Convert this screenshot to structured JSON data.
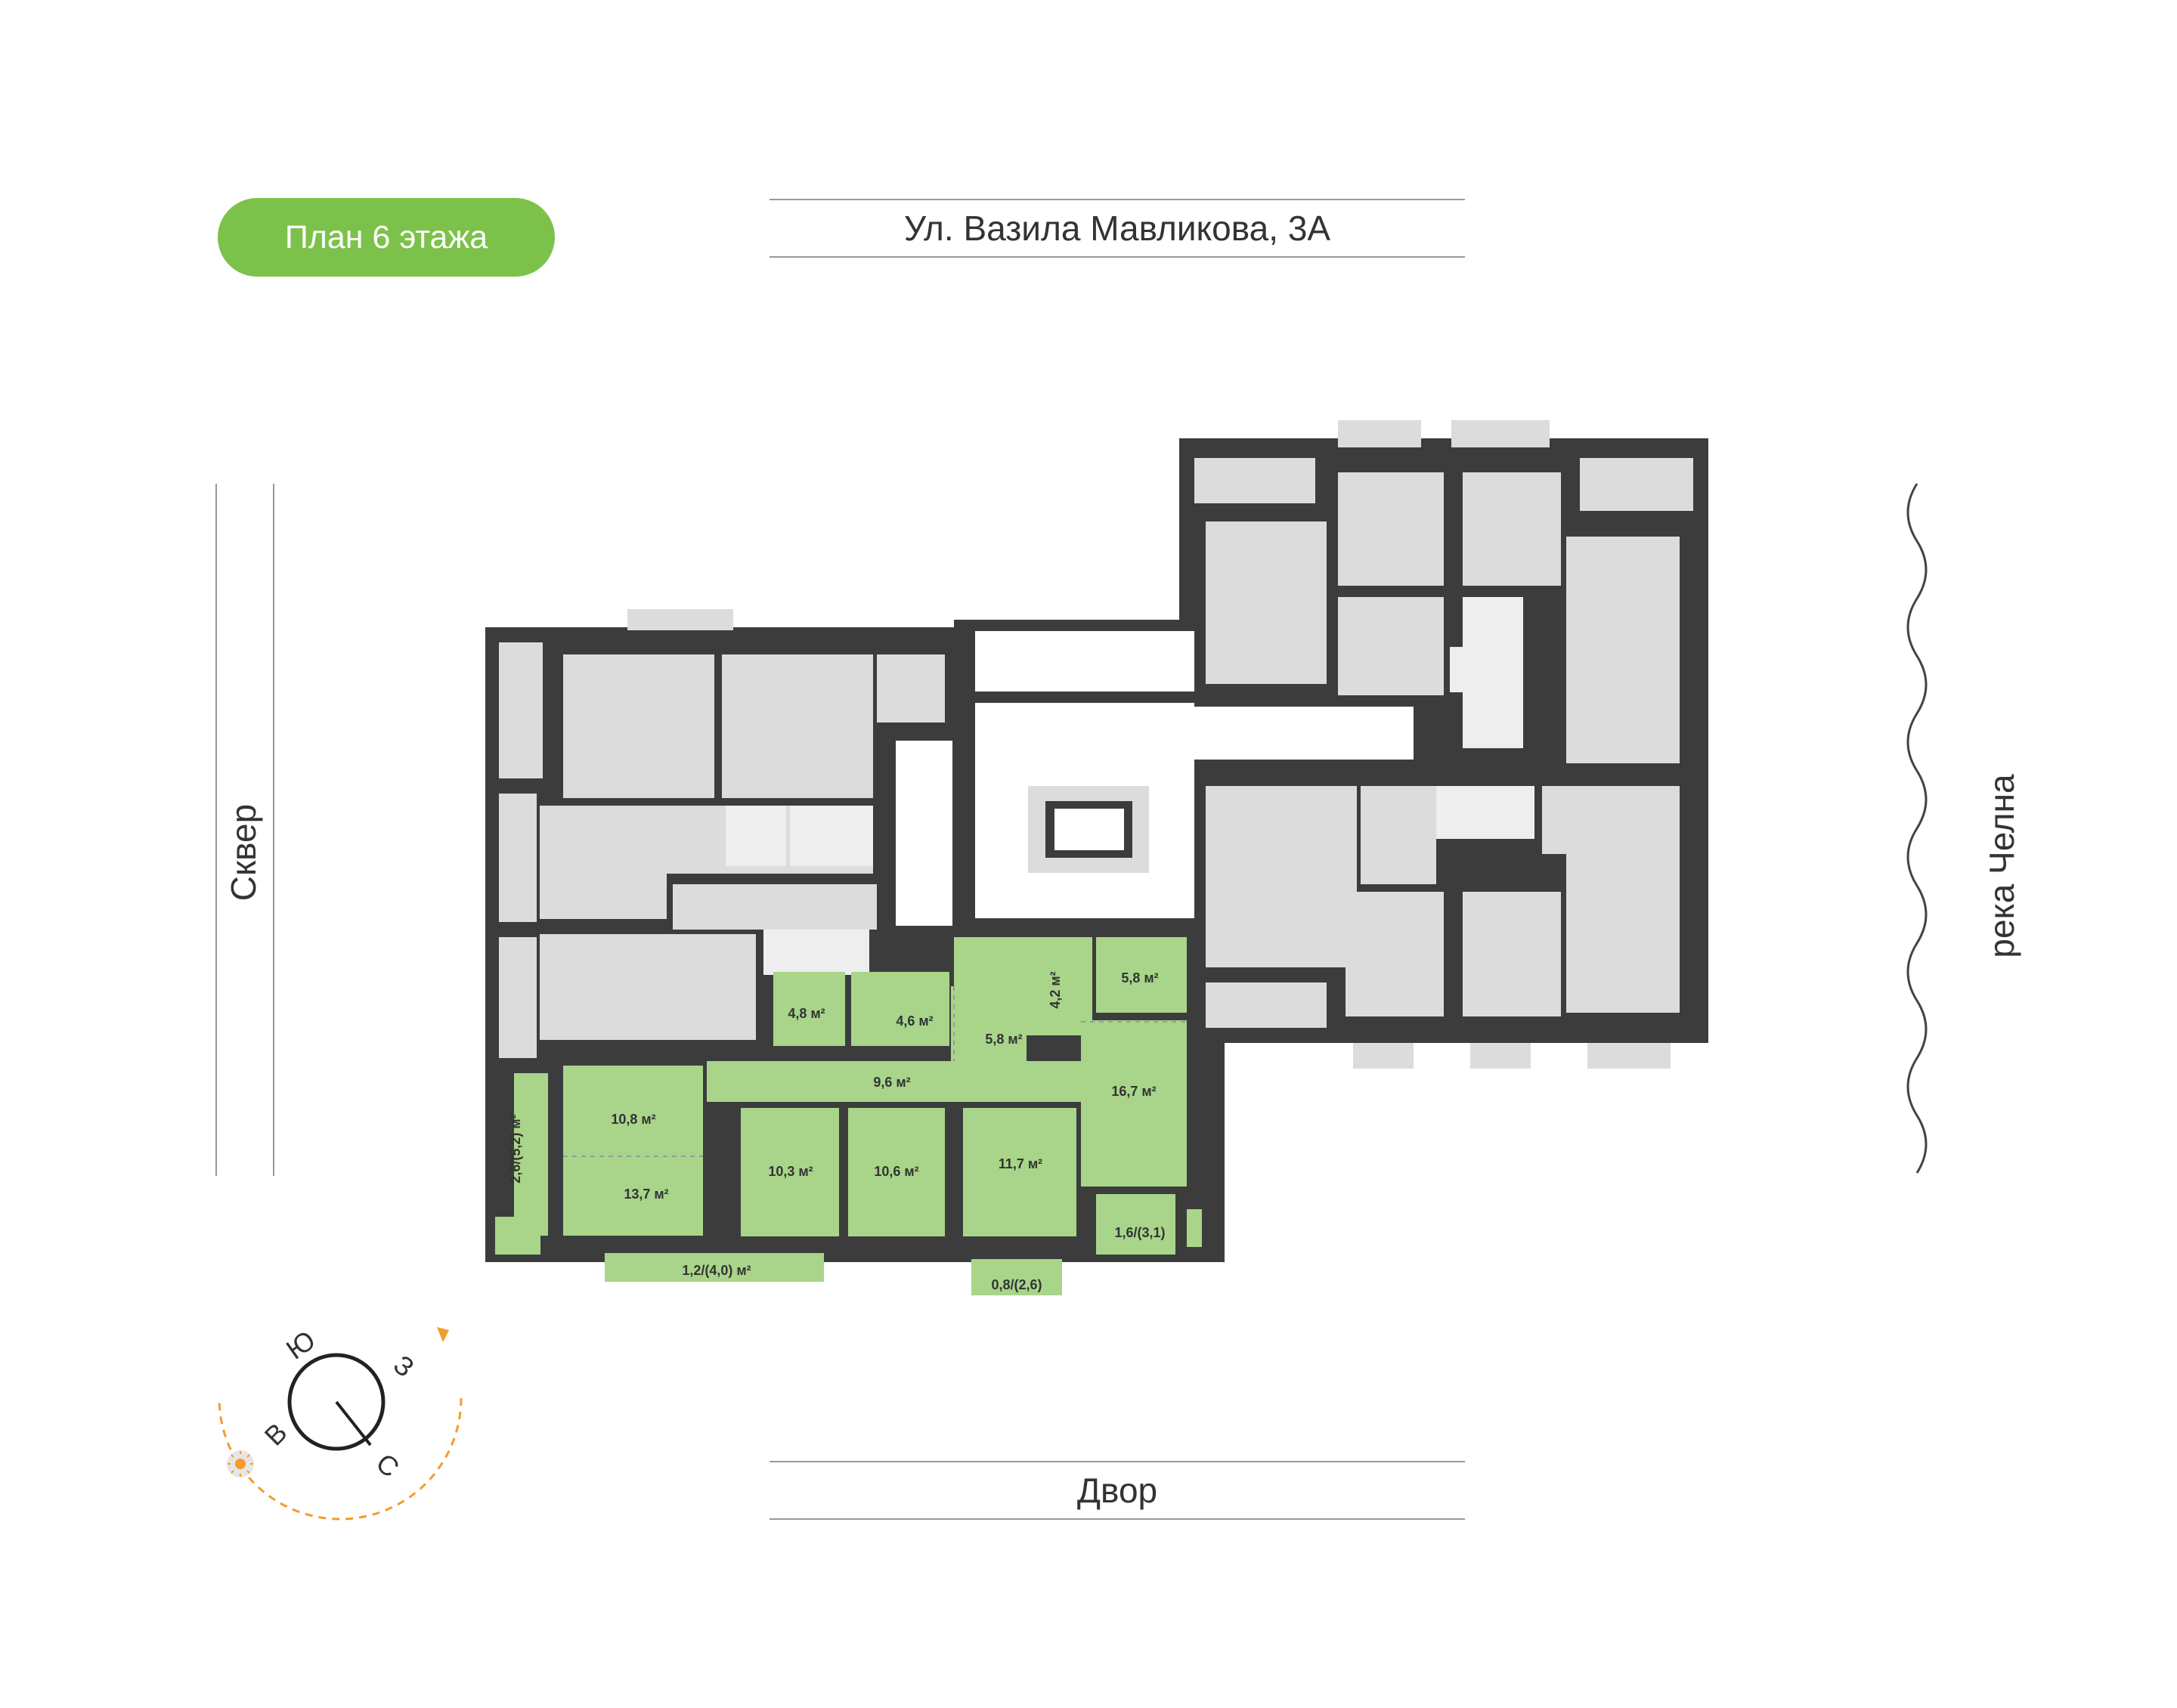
{
  "plan_title": "План 6 этажа",
  "streets": {
    "top": "Ул. Вазила Мавликова, 3А",
    "bottom": "Двор",
    "left": "Сквер",
    "right": "река Челна"
  },
  "highlighted_apartment": {
    "color": "#a8d58a",
    "rooms": [
      {
        "id": "bathroom-1",
        "area": "4,8 м²"
      },
      {
        "id": "bathroom-2",
        "area": "4,6 м²"
      },
      {
        "id": "storage",
        "area": "5,8 м²"
      },
      {
        "id": "wc",
        "area": "4,2 м²"
      },
      {
        "id": "wardrobe",
        "area": "5,8 м²"
      },
      {
        "id": "hall",
        "area": "9,6 м²"
      },
      {
        "id": "living",
        "area": "16,7 м²"
      },
      {
        "id": "kitchen",
        "area": "10,8 м²"
      },
      {
        "id": "kitchen-dining",
        "area": "13,7 м²"
      },
      {
        "id": "bedroom-1",
        "area": "10,3 м²"
      },
      {
        "id": "bedroom-2",
        "area": "10,6 м²"
      },
      {
        "id": "bedroom-3",
        "area": "11,7 м²"
      },
      {
        "id": "loggia-left",
        "area": "2,6/(5,2) м²"
      },
      {
        "id": "balcony-bottom",
        "area": "1,2/(4,0) м²"
      },
      {
        "id": "balcony-small",
        "area": "0,8/(2,6)"
      },
      {
        "id": "balcony-right",
        "area": "1,6/(3,1)"
      }
    ]
  },
  "compass": {
    "labels": {
      "south": "Ю",
      "west": "З",
      "east": "В",
      "north": "С"
    },
    "sun_icon": "sun-icon",
    "path_color": "#f39c2c"
  },
  "colors": {
    "wall": "#3c3c3c",
    "room": "#dcdcdc",
    "highlight": "#a8d58a",
    "accent": "#7cc24a"
  }
}
